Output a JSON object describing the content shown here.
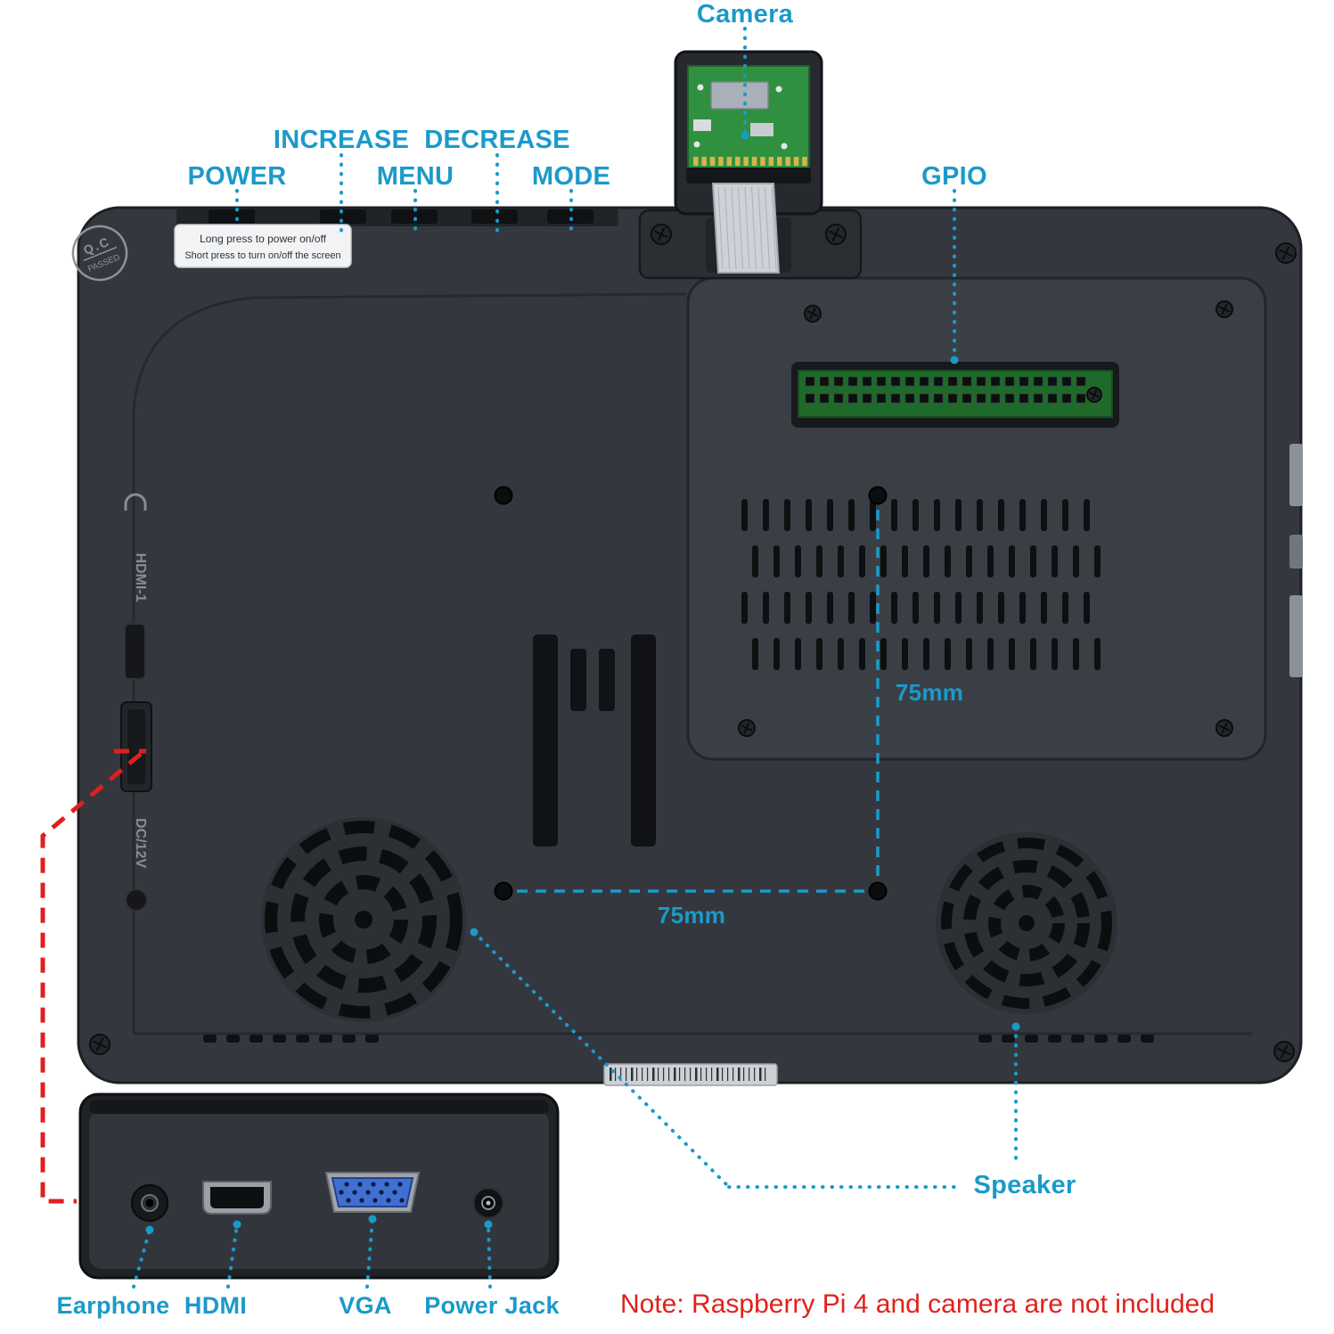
{
  "colors": {
    "accent": "#1b9ac9",
    "note": "#e2211c"
  },
  "callouts": {
    "camera": "Camera",
    "power": "POWER",
    "increase": "INCREASE",
    "menu": "MENU",
    "decrease": "DECREASE",
    "mode": "MODE",
    "gpio": "GPIO",
    "speaker": "Speaker",
    "earphone": "Earphone",
    "hdmi": "HDMI",
    "vga": "VGA",
    "power_jack": "Power Jack"
  },
  "dimensions": {
    "vertical": "75mm",
    "horizontal": "75mm"
  },
  "sticker": {
    "line1": "Long press to power on/off",
    "line2": "Short press to turn on/off the screen"
  },
  "qc_stamp": {
    "top": "Q.C",
    "bottom": "PASSED"
  },
  "port_markings": {
    "hdmi": "HDMI-1",
    "power": "DC/12V"
  },
  "note": "Note: Raspberry Pi 4 and camera are not included"
}
